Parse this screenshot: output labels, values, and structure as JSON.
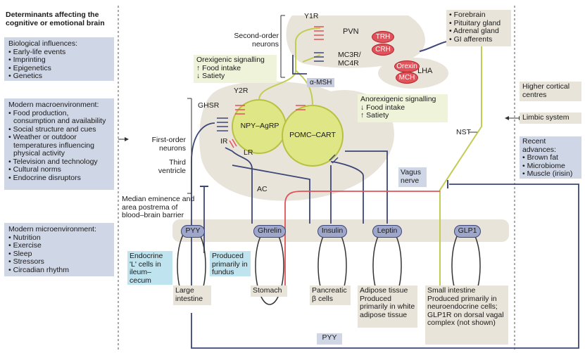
{
  "left": {
    "title": "Determinants affecting the cognitive or emotional brain",
    "biological": {
      "title": "Biological influences:",
      "items": [
        "Early-life events",
        "Imprinting",
        "Epigenetics",
        "Genetics"
      ]
    },
    "macro": {
      "title": "Modern macroenvironment:",
      "items": [
        "Food production, consumption and availability",
        "Social structure and cues",
        "Weather or outdoor temperatures influencing physical activity",
        "Television and technology",
        "Cultural norms",
        "Endocrine disruptors"
      ]
    },
    "micro": {
      "title": "Modern microenvironment:",
      "items": [
        "Nutrition",
        "Exercise",
        "Sleep",
        "Stressors",
        "Circadian rhythm"
      ]
    }
  },
  "center": {
    "second_order": "Second-order neurons",
    "first_order": "First-order neurons",
    "third_ventricle": "Third ventricle",
    "median_eminence": "Median eminence and area postrema of blood–brain barrier",
    "y1r": "Y1R",
    "y2r": "Y2R",
    "ghsr": "GHSR",
    "ir": "IR",
    "lr": "LR",
    "pvn": "PVN",
    "trh": "TRH",
    "crh": "CRH",
    "mc3r": "MC3R/ MC4R",
    "orexin": "Orexin",
    "mch": "MCH",
    "lha": "LHA",
    "alpha_msh": "α-MSH",
    "npy": "NPY–AgRP",
    "pomc": "POMC–CART",
    "ac": "AC",
    "orexigenic": {
      "title": "Orexigenic signalling",
      "l1": "↑ Food intake",
      "l2": "↓ Satiety"
    },
    "anorexigenic": {
      "title": "Anorexigenic signalling",
      "l1": "↓ Food intake",
      "l2": "↑ Satiety"
    },
    "vagus": "Vagus nerve",
    "nst": "NST"
  },
  "hormones": {
    "pyy": "PYY",
    "ghrelin": "Ghrelin",
    "insulin": "Insulin",
    "leptin": "Leptin",
    "glp1": "GLP1"
  },
  "organs": {
    "endocrine": "Endocrine 'L' cells in ileum–cecum",
    "fundus": "Produced primarily in fundus",
    "large_intestine": "Large intestine",
    "stomach": "Stomach",
    "pancreatic": "Pancreatic β cells",
    "adipose": "Adipose tissue Produced primarily in white adipose tissue",
    "small_intestine": "Small intestine Produced primarily in neuroendocrine cells; GLP1R on dorsal vagal complex (not shown)",
    "pyy_bottom": "PYY"
  },
  "right": {
    "targets": [
      "Forebrain",
      "Pituitary gland",
      "Adrenal gland",
      "GI afferents"
    ],
    "higher_cortical": "Higher cortical centres",
    "limbic": "Limbic system",
    "recent": {
      "title": "Recent advances:",
      "items": [
        "Brown fat",
        "Microbiome",
        "Muscle (irisin)"
      ]
    }
  },
  "colors": {
    "blue_box": "#cfd6e6",
    "beige": "#e9e4da",
    "neuron_green": "#d8e27a",
    "red": "#e2525a",
    "pill": "#9ea7c9"
  }
}
